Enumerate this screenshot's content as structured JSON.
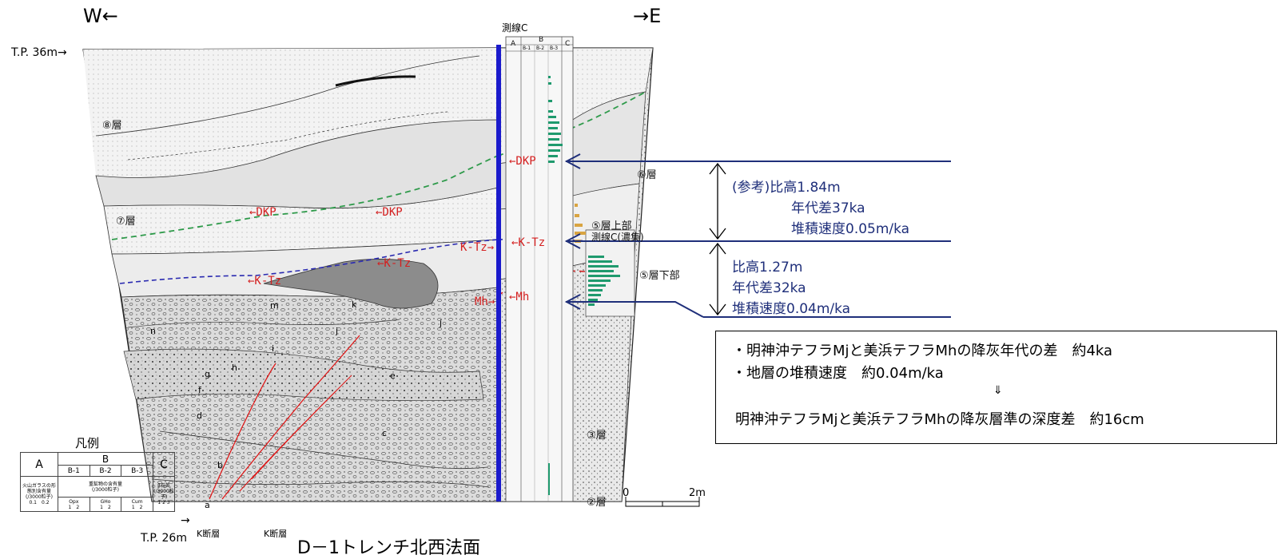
{
  "header": {
    "west": "W←",
    "east": "→E",
    "line_c": "測線C",
    "tp_top": "T.P. 36m→",
    "tp_bottom_arrow": "→",
    "tp_bottom": "T.P. 26m",
    "caption": "D－1トレンチ北西法面"
  },
  "units": {
    "u8": "⑧層",
    "u7": "⑦層",
    "u6": "⑥層",
    "u5_upper": "⑤層上部",
    "u5_dense": "測線C(濃集)",
    "u5_lower": "⑤層下部",
    "u3": "③層",
    "u2": "②層"
  },
  "tephra": {
    "dkp": "←DKP",
    "ktz": "←K-Tz",
    "ktz_right": "K-Tz→",
    "mh_right": "Mh→",
    "mh_left": "←Mh"
  },
  "faults": {
    "fault1": "K断層",
    "fault2": "K断層"
  },
  "letters": [
    "a",
    "b",
    "c",
    "d",
    "e",
    "f",
    "g",
    "h",
    "i",
    "j",
    "j",
    "k",
    "m",
    "n"
  ],
  "column": {
    "A": "A",
    "B": "B",
    "C": "C",
    "B1": "B-1",
    "B2": "B-2",
    "B3": "B-3"
  },
  "scale": {
    "zero": "0",
    "end": "2m"
  },
  "reference_upper": {
    "line1": "(参考)比高1.84m",
    "line2": "年代差37ka",
    "line3": "堆積速度0.05m/ka"
  },
  "reference_lower": {
    "line1": "比高1.27m",
    "line2": "年代差32ka",
    "line3": "堆積速度0.04m/ka"
  },
  "info_box": {
    "line1": "・明神沖テフラMjと美浜テフラMhの降灰年代の差　約4ka",
    "line2": "・地層の堆積速度　約0.04m/ka",
    "arrow": "⇓",
    "line3": "明神沖テフラMjと美浜テフラMhの降灰層準の深度差　約16cm"
  },
  "legend": {
    "title": "凡例",
    "A": "A",
    "B": "B",
    "C": "C",
    "B1": "B-1",
    "B2": "B-2",
    "B3": "B-3",
    "A_desc": "火山ガラスの形態別含有量",
    "A_unit": "(/3000粒子)",
    "A_ticks": "0.1　0.2",
    "B_desc": "重鉱物の含有量",
    "B_unit": "(/3000粒子)",
    "B1_sub": "Opx",
    "B2_sub": "GHo",
    "B3_sub": "Cum",
    "B_ticks": "1　2",
    "C_desc": "β石英",
    "C_unit": "(/3000粒子)",
    "C_ticks": "1 2 3"
  },
  "colors": {
    "navy": "#1f2f7a",
    "blue_line": "#1a1acc",
    "dkp_line": "#2e9a4a",
    "ktz_line": "#2a2ab0",
    "mh_line": "#d42020",
    "green_bar": "#1f9a6e",
    "orange_bar": "#d9a441",
    "fault": "#e01010"
  }
}
